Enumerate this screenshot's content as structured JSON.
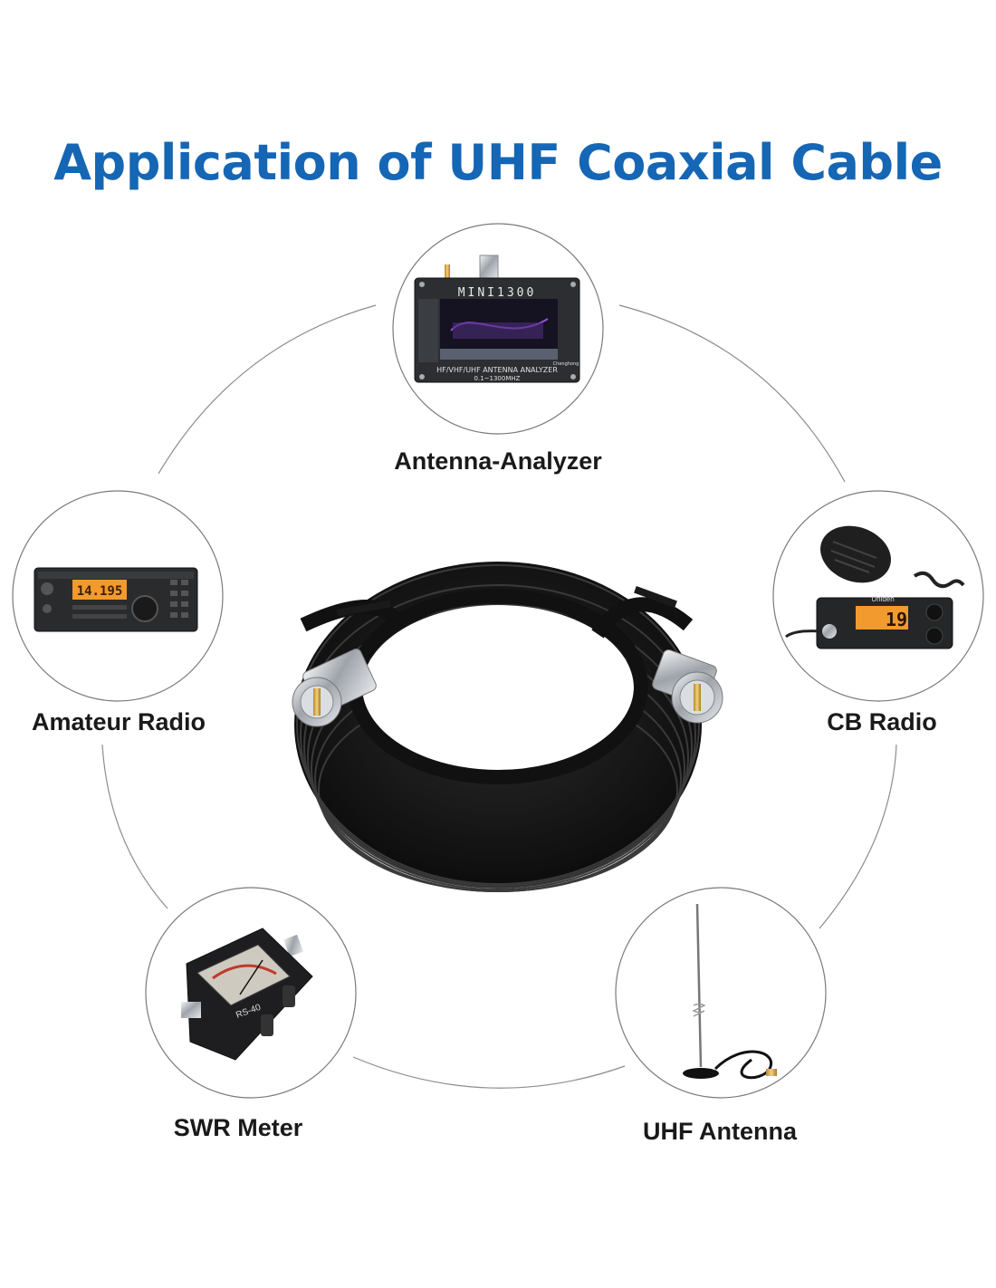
{
  "title": {
    "text": "Application of UHF Coaxial Cable",
    "color": "#1566b5"
  },
  "center": {
    "name": "coax-cable-coil"
  },
  "applications": [
    {
      "label": "Antenna-Analyzer",
      "display": "MINI1300",
      "subtitle": "HF/VHF/UHF ANTENNA ANALYZER",
      "range": "0.1~1300MHZ",
      "brand": "Chenghong"
    },
    {
      "label": "Amateur Radio",
      "display": "14.195"
    },
    {
      "label": "CB Radio",
      "brand": "Uniden",
      "display": "19"
    },
    {
      "label": "SWR Meter",
      "model": "RS-40"
    },
    {
      "label": "UHF Antenna"
    }
  ],
  "colors": {
    "ring": "#8c8c8c",
    "cable": "#111111",
    "connector": "#c9ccd1",
    "display": "#f29a2e"
  }
}
